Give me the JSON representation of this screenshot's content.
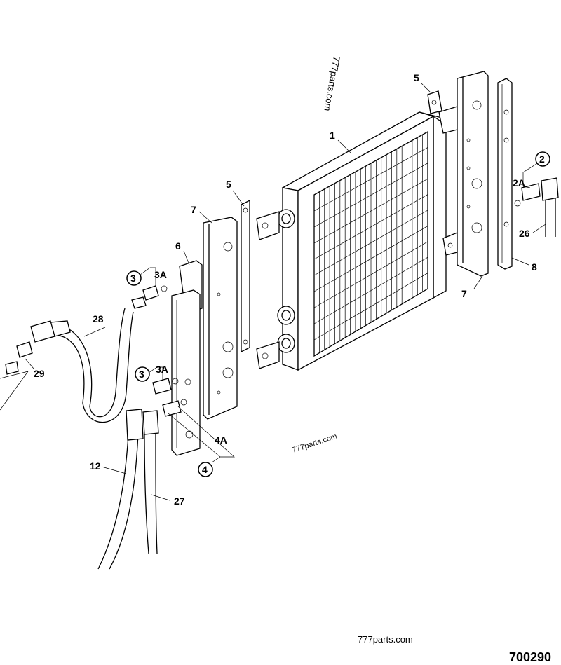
{
  "drawing": {
    "number": "700290",
    "watermarks": [
      "777parts.com",
      "777parts.com",
      "777parts.com"
    ]
  },
  "callouts": [
    {
      "id": "1",
      "text": "1"
    },
    {
      "id": "2",
      "text": "2"
    },
    {
      "id": "2A",
      "text": "2A"
    },
    {
      "id": "3a",
      "text": "3"
    },
    {
      "id": "3A-a",
      "text": "3A"
    },
    {
      "id": "3b",
      "text": "3"
    },
    {
      "id": "3A-b",
      "text": "3A"
    },
    {
      "id": "4",
      "text": "4"
    },
    {
      "id": "4A",
      "text": "4A"
    },
    {
      "id": "5-right",
      "text": "5"
    },
    {
      "id": "5-left",
      "text": "5"
    },
    {
      "id": "6",
      "text": "6"
    },
    {
      "id": "7-left",
      "text": "7"
    },
    {
      "id": "7-right",
      "text": "7"
    },
    {
      "id": "8",
      "text": "8"
    },
    {
      "id": "12",
      "text": "12"
    },
    {
      "id": "26",
      "text": "26"
    },
    {
      "id": "27",
      "text": "27"
    },
    {
      "id": "28",
      "text": "28"
    },
    {
      "id": "29",
      "text": "29"
    }
  ]
}
